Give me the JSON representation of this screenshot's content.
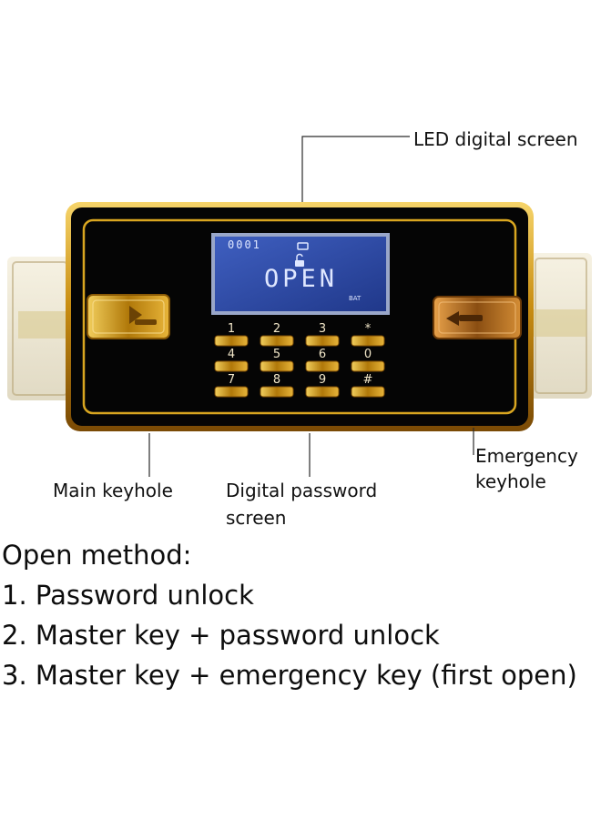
{
  "callouts": {
    "led_screen": "LED digital screen",
    "main_keyhole": "Main keyhole",
    "password_screen_line1": "Digital password",
    "password_screen_line2": "screen",
    "emergency_line1": "Emergency",
    "emergency_line2": "keyhole"
  },
  "display": {
    "counter": "0001",
    "status": "OPEN",
    "battery": "BAT"
  },
  "keypad": {
    "labels": [
      "1",
      "2",
      "3",
      "*",
      "4",
      "5",
      "6",
      "0",
      "7",
      "8",
      "9",
      "#"
    ]
  },
  "method": {
    "title": "Open method:",
    "items": [
      "1. Password unlock",
      "2. Master key + password unlock",
      "3. Master key + emergency key (first open)"
    ]
  },
  "colors": {
    "gold": "#d9a620",
    "panel": "#050505",
    "lcd": "#2d4aa6",
    "lcd_text": "#dfe7ff"
  },
  "icons": {
    "lock_bolt": "lock-bolt-icon",
    "unlock": "unlock-icon",
    "key": "key-icon"
  }
}
